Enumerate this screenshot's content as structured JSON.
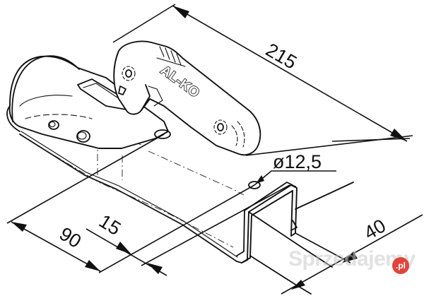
{
  "drawing": {
    "subject": "Tow coupling head with mounting bracket",
    "brand_label": "AL-KO",
    "dimensions": {
      "overall_length": "215",
      "hole_diameter": "ø12,5",
      "front_offset": "90",
      "hole_offset": "15",
      "bracket_width": "40"
    }
  },
  "watermark": {
    "text": "Sprzedajemy",
    "badge": ".pl",
    "badge_color": "#e0453c"
  },
  "colors": {
    "line": "#111111",
    "background": "#ffffff"
  }
}
